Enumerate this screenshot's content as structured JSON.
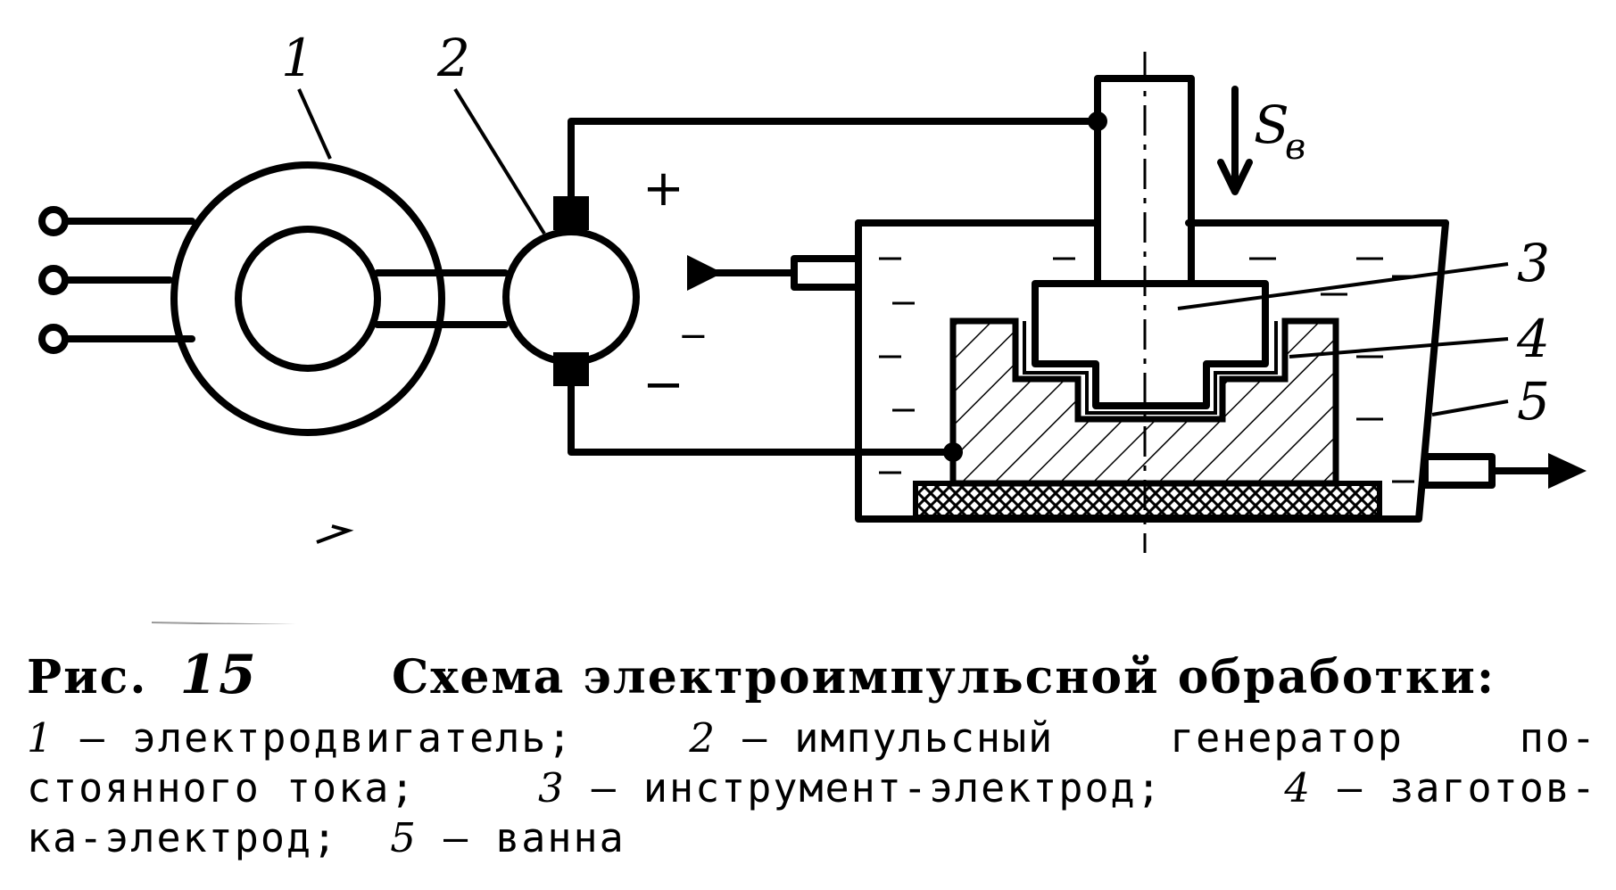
{
  "diagram": {
    "labels": {
      "l1": "1",
      "l2": "2",
      "l3": "3",
      "l4": "4",
      "l5": "5"
    },
    "signs": {
      "plus": "+",
      "minus_left": "−",
      "minus_right": "−"
    },
    "feed": "S",
    "feed_sub": "в"
  },
  "caption": {
    "prefix": "Рис.",
    "number": "15",
    "title": "Схема электроимпульсной обработки:"
  },
  "legend": {
    "line1": {
      "n1": "1",
      "t1": "— электродвигатель;",
      "n2": "2",
      "t2": "— импульсный",
      "t3": "генератор",
      "t4": "по-"
    },
    "line2": {
      "t1": "стоянного тока;",
      "n3": "3",
      "t2": "— инструмент-электрод;",
      "n4": "4",
      "t3": "— заготов-"
    },
    "line3": {
      "t1": "ка-электрод;",
      "n5": "5",
      "t2": "— ванна"
    }
  }
}
